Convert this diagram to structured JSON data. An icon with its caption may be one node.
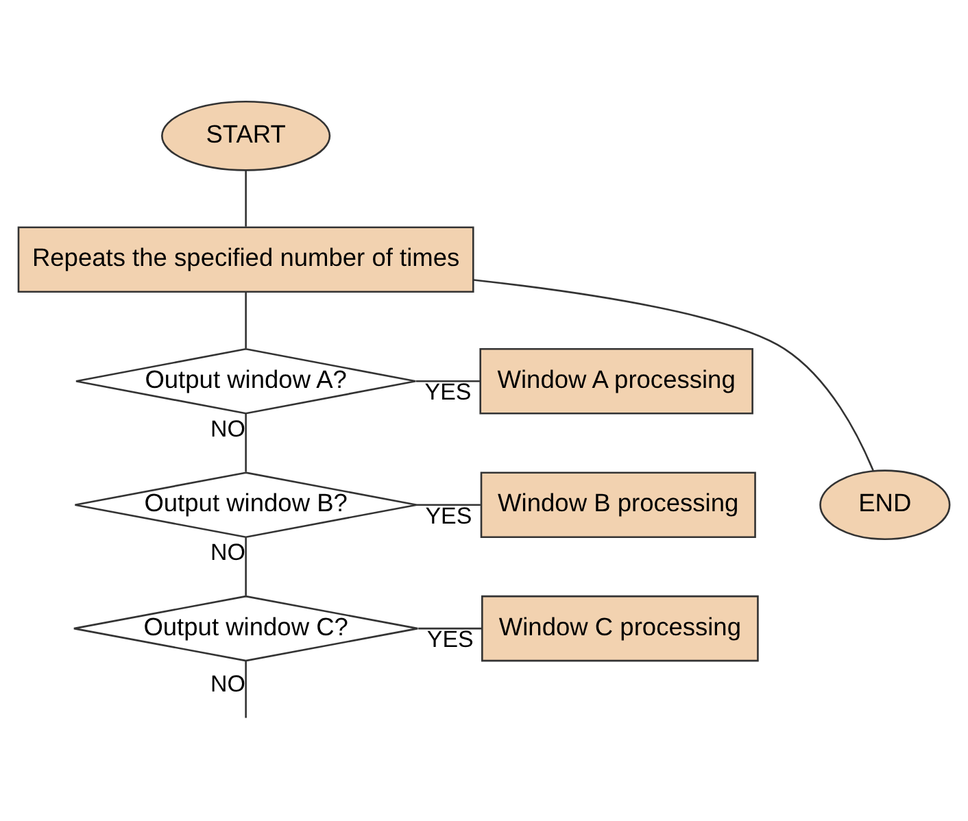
{
  "diagram": {
    "nodes": [
      {
        "text": [
          "START"
        ]
      },
      {
        "text": [
          "Repeats the specified number of times"
        ]
      },
      {
        "text": [
          "Output window A?"
        ]
      },
      {
        "text": [
          "Window A processing"
        ]
      },
      {
        "text": [
          "Output window B?"
        ]
      },
      {
        "text": [
          "Window B processing"
        ]
      },
      {
        "text": [
          "Output window C?"
        ]
      },
      {
        "text": [
          "Window C processing"
        ]
      },
      {
        "text": [
          "END"
        ]
      }
    ],
    "edges": [
      {
        "from": 0,
        "to": 1,
        "arrow": "none"
      },
      {
        "from": 1,
        "to": 2,
        "arrow": "none"
      },
      {
        "from": 2,
        "to": 3,
        "label": "YES",
        "arrow": "none"
      },
      {
        "from": 2,
        "to": 4,
        "label": "NO",
        "arrow": "none"
      },
      {
        "from": 4,
        "to": 5,
        "label": "YES",
        "arrow": "none"
      },
      {
        "from": 4,
        "to": 6,
        "label": "NO",
        "arrow": "none"
      },
      {
        "from": 6,
        "to": 7,
        "label": "YES",
        "arrow": "none"
      },
      {
        "from": 6,
        "to": null,
        "label": "NO",
        "arrow": "none"
      },
      {
        "from": 1,
        "to": 8,
        "arrow": "none"
      }
    ]
  }
}
